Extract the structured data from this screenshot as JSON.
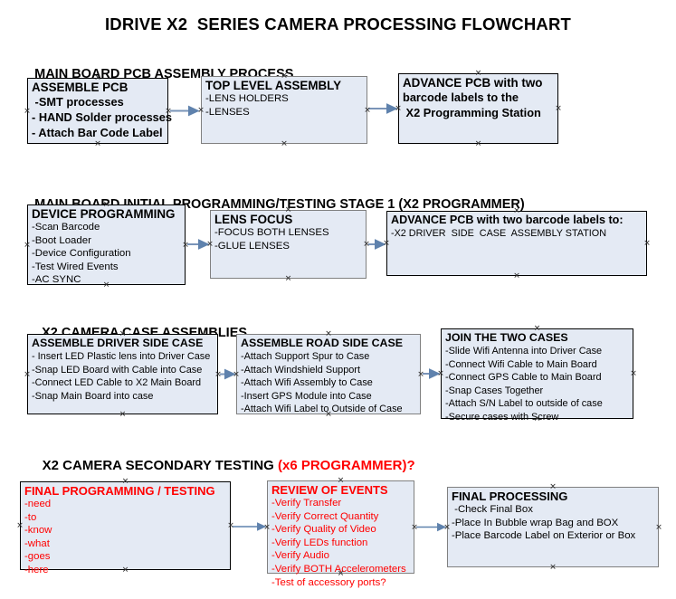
{
  "title": "IDRIVE X2  SERIES CAMERA PROCESSING FLOWCHART",
  "colors": {
    "box_fill": "#e4eaf4",
    "box_border_dark": "#000000",
    "box_border_grey": "#808080",
    "arrow": "#7a94b8",
    "accent_red": "#ff0000",
    "text": "#000000"
  },
  "sections": [
    {
      "heading": "MAIN BOARD PCB ASSEMBLY PROCESS",
      "heading_accent": "",
      "boxes": [
        {
          "title": "ASSEMBLE PCB",
          "lines": [
            " -SMT processes",
            "- HAND Solder processes",
            "- Attach Bar Code Label"
          ],
          "title_color": "black",
          "border": "dark"
        },
        {
          "title": "TOP LEVEL ASSEMBLY",
          "lines": [
            "-LENS HOLDERS",
            "-LENSES"
          ],
          "title_color": "black",
          "border": "grey"
        },
        {
          "title": "ADVANCE PCB with two",
          "lines": [
            "barcode labels to the",
            " X2 Programming Station"
          ],
          "title_color": "black",
          "border": "dark"
        }
      ]
    },
    {
      "heading": "MAIN BOARD INITIAL PROGRAMMING/TESTING STAGE 1 (X2 PROGRAMMER)",
      "heading_accent": "",
      "boxes": [
        {
          "title": "DEVICE PROGRAMMING",
          "lines": [
            "-Scan Barcode",
            "-Boot Loader",
            "-Device Configuration",
            "-Test Wired Events",
            "-AC SYNC"
          ],
          "title_color": "black",
          "border": "dark"
        },
        {
          "title": "LENS FOCUS",
          "lines": [
            "-FOCUS BOTH LENSES",
            "-GLUE LENSES"
          ],
          "title_color": "black",
          "border": "grey"
        },
        {
          "title": "ADVANCE PCB with two barcode labels to:",
          "lines": [
            "-X2 DRIVER  SIDE  CASE  ASSEMBLY STATION"
          ],
          "title_color": "black",
          "border": "dark"
        }
      ]
    },
    {
      "heading": "X2 CAMERA CASE ASSEMBLIES",
      "heading_accent": "",
      "boxes": [
        {
          "title": "ASSEMBLE DRIVER SIDE CASE",
          "lines": [
            "- Insert LED Plastic lens into Driver Case",
            "-Snap LED Board with Cable into Case",
            "-Connect LED Cable to X2 Main Board",
            "-Snap Main Board into case"
          ],
          "title_color": "black",
          "border": "dark"
        },
        {
          "title": "ASSEMBLE ROAD SIDE CASE",
          "lines": [
            "-Attach Support Spur to Case",
            "-Attach Windshield Support",
            "-Attach Wifi Assembly to Case",
            "-Insert GPS Module into Case",
            "-Attach Wifi Label to Outside of Case"
          ],
          "title_color": "black",
          "border": "grey"
        },
        {
          "title": "JOIN THE TWO CASES",
          "lines": [
            "-Slide Wifi Antenna into Driver Case",
            "-Connect Wifi Cable to Main Board",
            "-Connect GPS Cable to Main Board",
            "-Snap Cases Together",
            "-Attach S/N Label to outside of case",
            "-Secure cases with Screw"
          ],
          "title_color": "black",
          "border": "dark"
        }
      ]
    },
    {
      "heading": "X2 CAMERA SECONDARY TESTING ",
      "heading_accent": "(x6 PROGRAMMER)?",
      "boxes": [
        {
          "title": "FINAL PROGRAMMING / TESTING",
          "lines": [
            "-need",
            "-to",
            "-know",
            "-what",
            "-goes",
            "-here"
          ],
          "title_color": "red",
          "border": "dark"
        },
        {
          "title": "REVIEW OF EVENTS",
          "lines": [
            "-Verify Transfer",
            "-Verify Correct Quantity",
            "-Verify Quality of Video",
            "-Verify LEDs function",
            "-Verify Audio",
            "-Verify BOTH Accelerometers",
            "-Test of accessory ports?"
          ],
          "title_color": "red",
          "border": "grey"
        },
        {
          "title": "FINAL PROCESSING",
          "lines": [
            " -Check Final Box",
            "-Place In Bubble wrap Bag and BOX",
            "-Place Barcode Label on Exterior or Box"
          ],
          "title_color": "black",
          "border": "grey"
        }
      ]
    }
  ],
  "handle_glyph": "✕"
}
